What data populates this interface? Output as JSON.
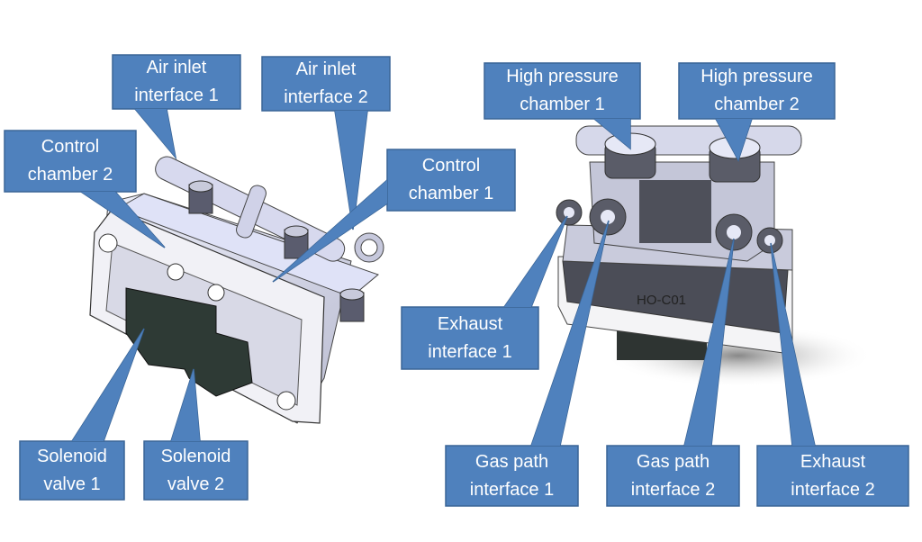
{
  "diagram": {
    "box_fill": "#4f81bd",
    "box_stroke": "#3a6597",
    "part_marking": "HO-C01",
    "callouts": [
      {
        "id": "air-inlet-interface-1",
        "lines": [
          "Air inlet",
          "interface 1"
        ]
      },
      {
        "id": "air-inlet-interface-2",
        "lines": [
          "Air inlet",
          "interface 2"
        ]
      },
      {
        "id": "control-chamber-2",
        "lines": [
          "Control",
          "chamber 2"
        ]
      },
      {
        "id": "control-chamber-1",
        "lines": [
          "Control",
          "chamber 1"
        ]
      },
      {
        "id": "solenoid-valve-1",
        "lines": [
          "Solenoid",
          "valve 1"
        ]
      },
      {
        "id": "solenoid-valve-2",
        "lines": [
          "Solenoid",
          "valve 2"
        ]
      },
      {
        "id": "high-pressure-chamber-1",
        "lines": [
          "High pressure",
          "chamber 1"
        ]
      },
      {
        "id": "high-pressure-chamber-2",
        "lines": [
          "High pressure",
          "chamber 2"
        ]
      },
      {
        "id": "exhaust-interface-1",
        "lines": [
          "Exhaust",
          "interface  1"
        ]
      },
      {
        "id": "gas-path-interface-1",
        "lines": [
          "Gas path",
          "interface 1"
        ]
      },
      {
        "id": "gas-path-interface-2",
        "lines": [
          "Gas path",
          "interface 2"
        ]
      },
      {
        "id": "exhaust-interface-2",
        "lines": [
          "Exhaust",
          "interface  2"
        ]
      }
    ]
  }
}
